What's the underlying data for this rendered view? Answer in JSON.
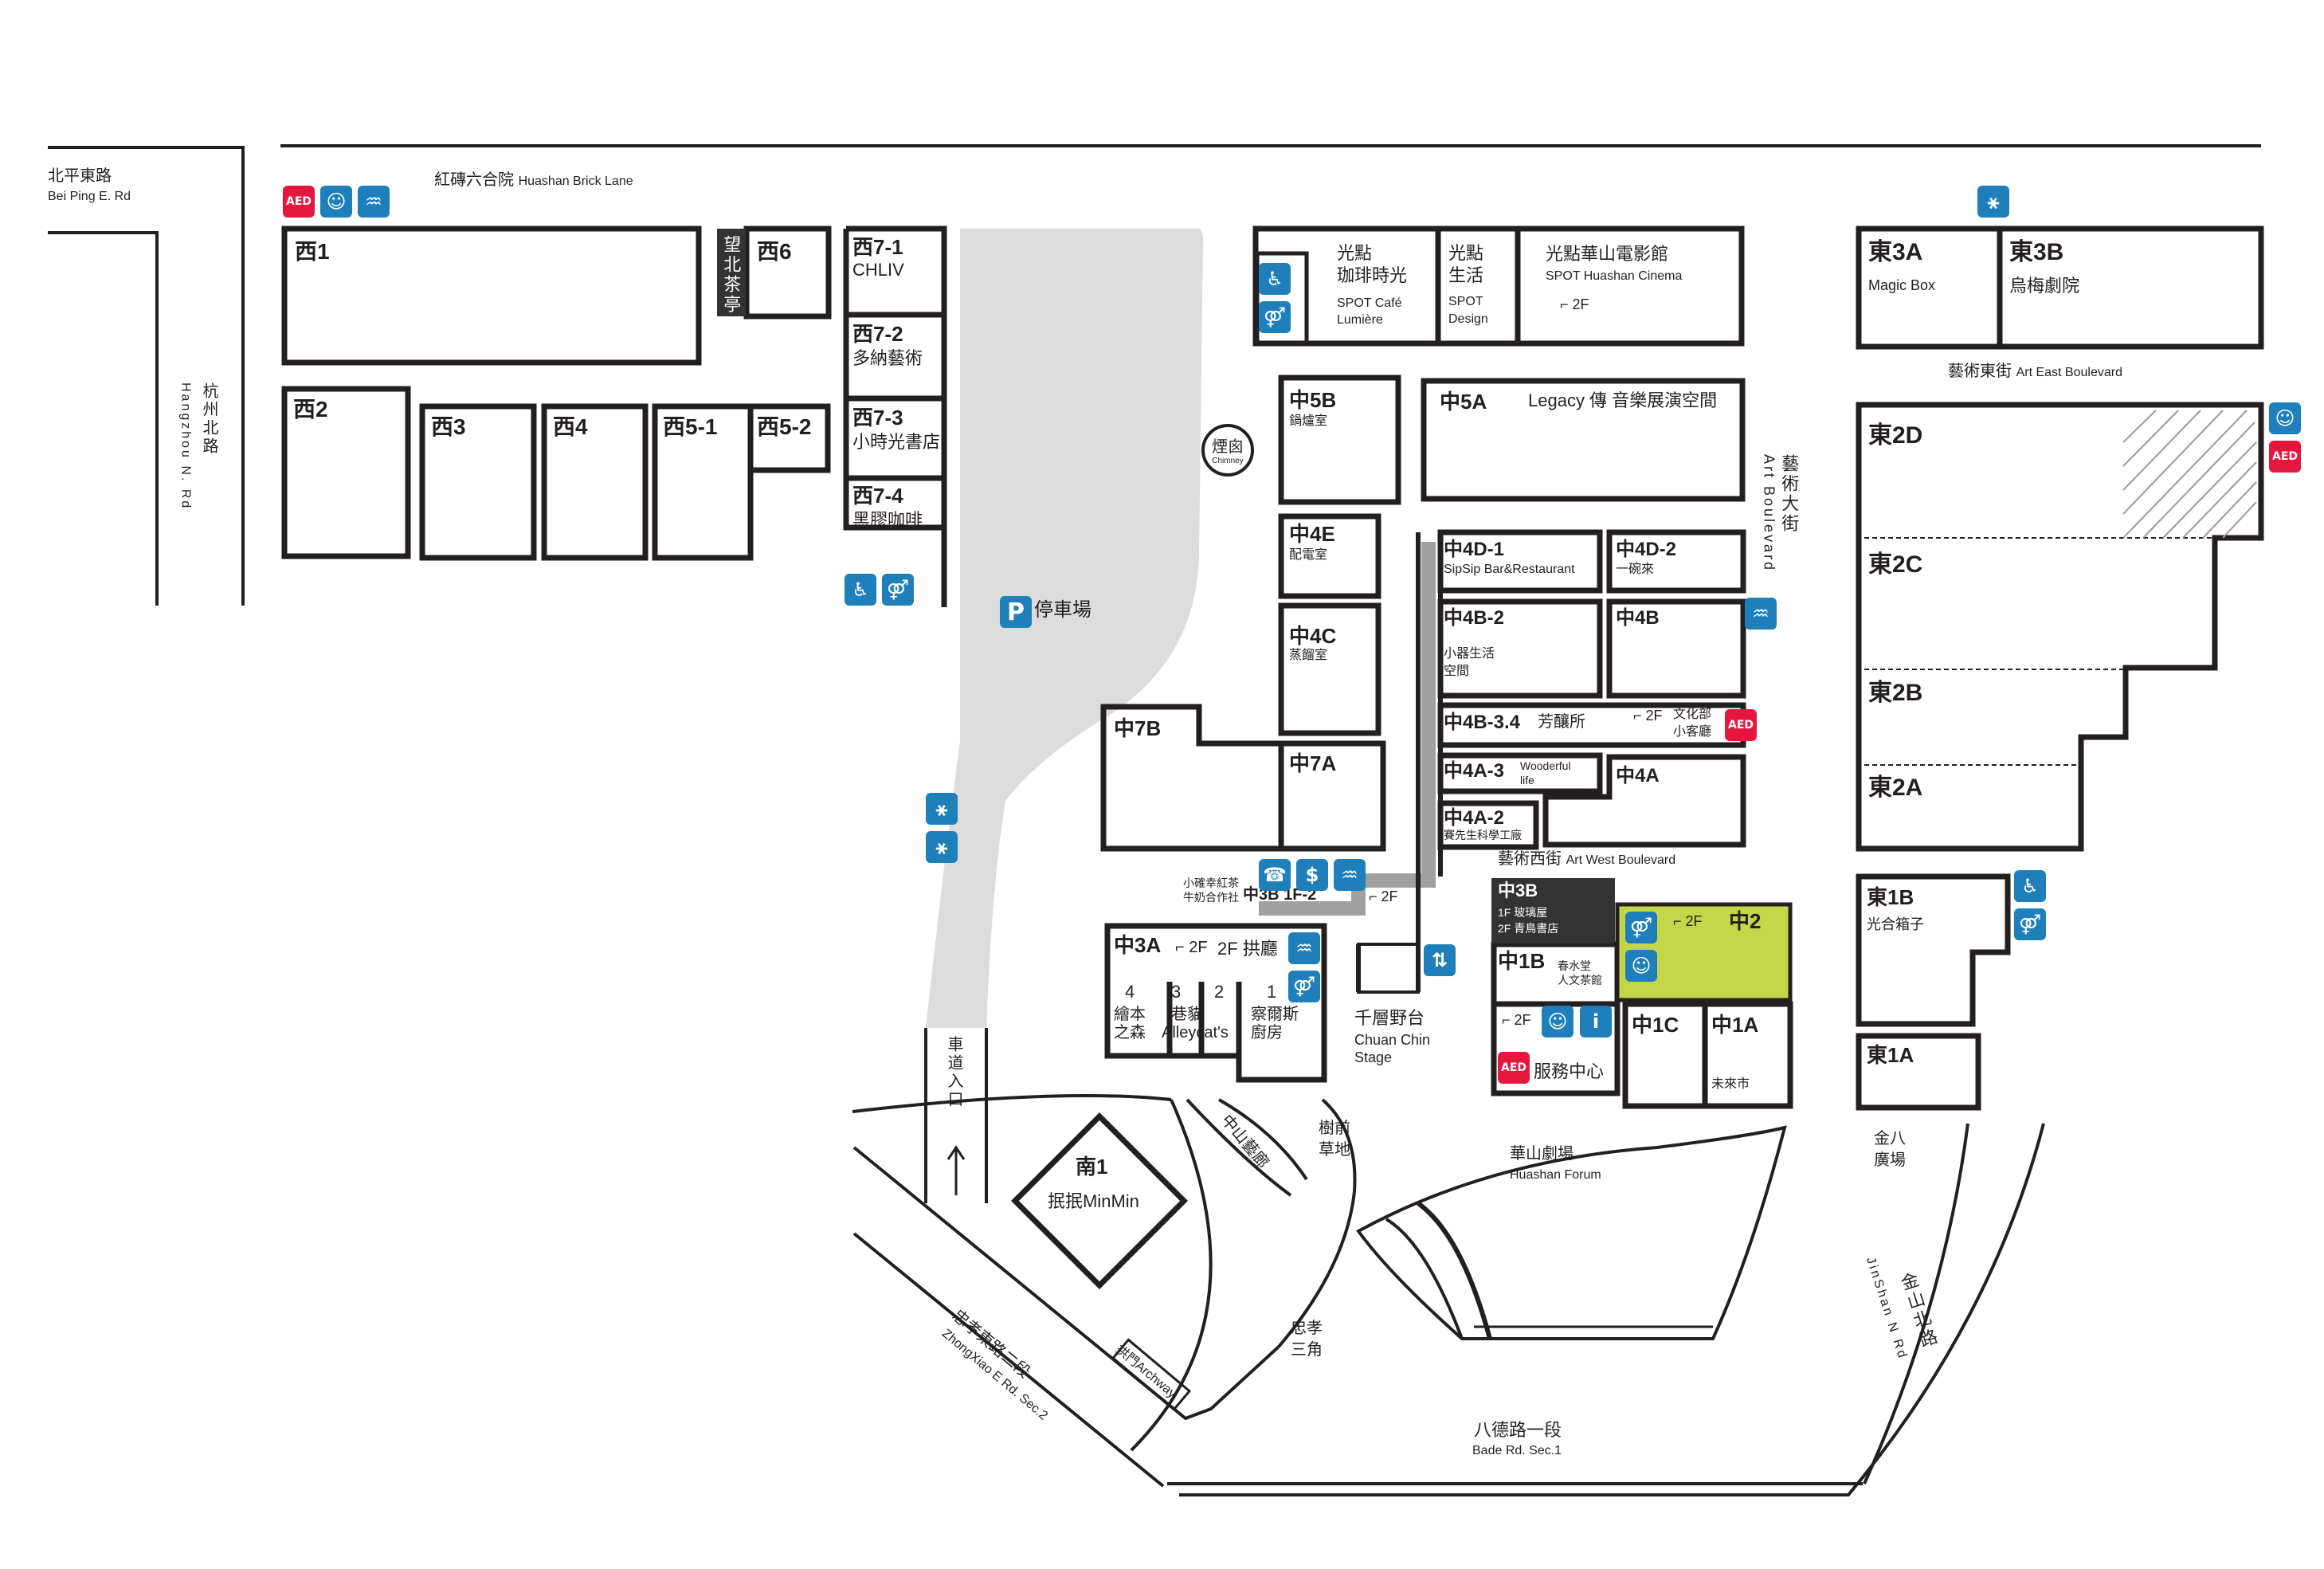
{
  "streets": {
    "bei_ping_zh": "北平東路",
    "bei_ping_en": "Bei Ping E. Rd",
    "hangzhou_zh": "杭州北路",
    "hangzhou_en": "Hangzhou N. Rd",
    "brick_lane_zh": "紅磚六合院",
    "brick_lane_en": "Huashan Brick Lane",
    "art_blvd_zh": "藝術大街",
    "art_blvd_en": "Art Boulevard",
    "art_east_zh": "藝術東街",
    "art_east_en": "Art East Boulevard",
    "art_west_zh": "藝術西街",
    "art_west_en": "Art West Boulevard",
    "zhongxiao_zh": "忠孝東路二段",
    "zhongxiao_en": "ZhongXiao E Rd. Sec.2",
    "bade_zh": "八德路一段",
    "bade_en": "Bade Rd. Sec.1",
    "jinshan_zh": "金山北路",
    "jinshan_en": "JinShan N Rd",
    "driveway": "車道入口"
  },
  "places": {
    "w1": "西1",
    "w2": "西2",
    "w3": "西3",
    "w4": "西4",
    "w51": "西5-1",
    "w52": "西5-2",
    "w6": "西6",
    "wangbei": "望北茶亭",
    "w71": "西7-1",
    "w71_sub": "CHLIV",
    "w72": "西7-2",
    "w72_sub": "多納藝術",
    "w73": "西7-3",
    "w73_sub": "小時光書店",
    "w74": "西7-4",
    "w74_sub": "黑膠咖啡",
    "parking": "停車場",
    "spot_cafe_zh1": "光點",
    "spot_cafe_zh2": "珈琲時光",
    "spot_cafe_en1": "SPOT Café",
    "spot_cafe_en2": "Lumière",
    "spot_design_zh1": "光點",
    "spot_design_zh2": "生活",
    "spot_design_en1": "SPOT",
    "spot_design_en2": "Design",
    "spot_cinema_zh": "光點華山電影館",
    "spot_cinema_en": "SPOT Huashan Cinema",
    "c5b": "中5B",
    "c5b_sub": "鍋爐室",
    "c5a": "中5A",
    "c5a_sub": "Legacy 傳 音樂展演空間",
    "chimney_zh": "煙囪",
    "chimney_en": "Chimney",
    "c4e": "中4E",
    "c4e_sub": "配電室",
    "c4c": "中4C",
    "c4c_sub": "蒸餾室",
    "c7b": "中7B",
    "c7a": "中7A",
    "c4d1": "中4D-1",
    "c4d1_sub": "SipSip Bar&Restaurant",
    "c4d2": "中4D-2",
    "c4d2_sub": "一碗來",
    "c4b2": "中4B-2",
    "c4b2_sub1": "小器生活",
    "c4b2_sub2": "空間",
    "c4b": "中4B",
    "c4b34": "中4B-3.4",
    "c4b34_sub": "芳釀所",
    "culture1": "文化部",
    "culture2": "小客廳",
    "c4a3": "中4A-3",
    "c4a3_sub1": "Wooderful",
    "c4a3_sub2": "life",
    "c4a": "中4A",
    "c4a2": "中4A-2",
    "c4a2_sub": "賽先生科學工廠",
    "c3b": "中3B",
    "c3b_1f": "1F 玻璃屋",
    "c3b_2f": "2F 青鳥書店",
    "c3b12": "中3B 1F-2",
    "c3b12_sub1": "小確幸紅茶",
    "c3b12_sub2": "牛奶合作社",
    "c2": "中2",
    "c3a": "中3A",
    "c3a_2f": "2F 拱廳",
    "c3a_n4": "4",
    "c3a_n3": "3",
    "c3a_n2": "2",
    "c3a_n1": "1",
    "c3a_4a": "繪本",
    "c3a_4b": "之森",
    "c3a_3a": "巷貓",
    "c3a_3b": "Alleycat's",
    "c3a_1a": "察爾斯",
    "c3a_1b": "廚房",
    "c1b": "中1B",
    "c1b_sub1": "春水堂",
    "c1b_sub2": "人文茶館",
    "service": "服務中心",
    "c1c": "中1C",
    "c1a": "中1A",
    "c1a_sub": "未來市",
    "stage_zh": "千層野台",
    "stage_en1": "Chuan Chin",
    "stage_en2": "Stage",
    "e3a": "東3A",
    "e3a_sub": "Magic Box",
    "e3b": "東3B",
    "e3b_sub": "烏梅劇院",
    "e2d": "東2D",
    "e2c": "東2C",
    "e2b": "東2B",
    "e2a": "東2A",
    "e1b": "東1B",
    "e1b_sub": "光合箱子",
    "e1a": "東1A",
    "jinba1": "金八",
    "jinba2": "廣場",
    "s1": "南1",
    "s1_sub": "抿抿MinMin",
    "zhongshan_gallery": "中山藝廊",
    "lawn1": "樹前",
    "lawn2": "草地",
    "forum_zh": "華山劇場",
    "forum_en": "Huashan Forum",
    "triangle1": "忠孝",
    "triangle2": "三角",
    "archway": "拱門Archway",
    "floor_2f": "2F"
  },
  "icon_labels": {
    "aed": "AED"
  },
  "colors": {
    "line": "#231f20",
    "icon_blue": "#1e7fba",
    "aed_red": "#e5173f",
    "highlight_green": "#c3d647",
    "parking_grey": "#dcdcdc",
    "dark_block": "#333333"
  }
}
